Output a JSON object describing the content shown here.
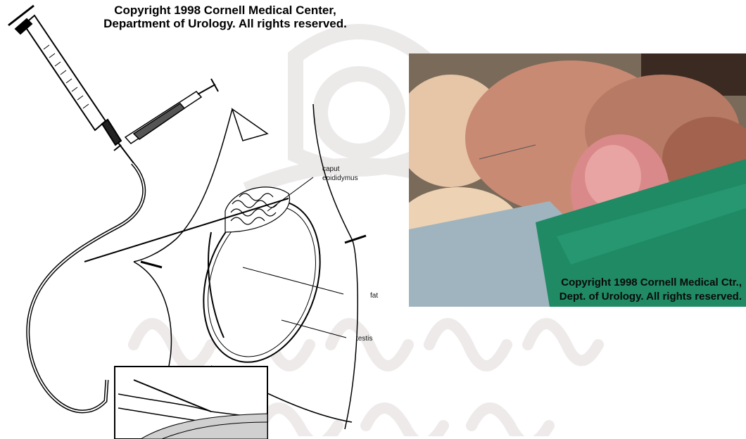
{
  "header": {
    "copyright_line1": "Copyright 1998 Cornell Medical Center,",
    "copyright_line2": "Department of Urology.  All rights reserved."
  },
  "diagram": {
    "labels": {
      "caput_line1": "caput",
      "caput_line2": "epididymus",
      "fat": "fat",
      "testis": "testis"
    }
  },
  "photo": {
    "caption_line1": "Copyright 1998 Cornell Medical Ctr.,",
    "caption_line2": "Dept. of Urology.  All rights reserved."
  },
  "colors": {
    "watermark": "#ece9e9",
    "photo_drape_green": "#1f8a64",
    "photo_tissue_pink": "#d9898a"
  }
}
